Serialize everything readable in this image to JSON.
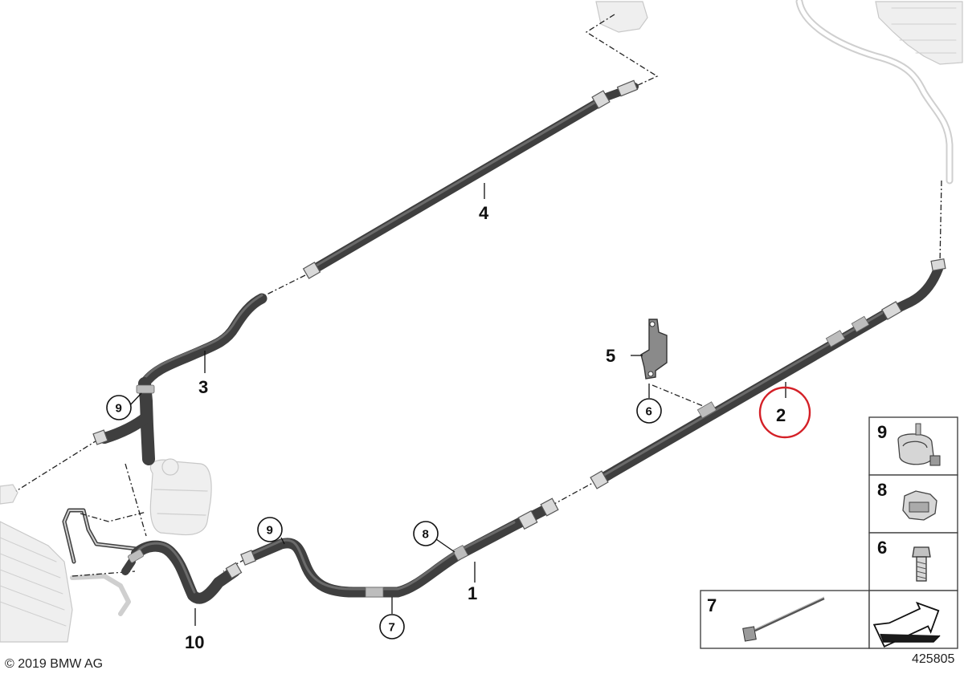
{
  "callouts": {
    "label_1": "1",
    "label_2": "2",
    "label_3": "3",
    "label_4": "4",
    "label_5": "5",
    "label_6": "6",
    "label_7": "7",
    "label_8": "8",
    "label_9": "9",
    "label_10": "10"
  },
  "legend": {
    "panel_9": "9",
    "panel_8": "8",
    "panel_6": "6",
    "panel_7": "7"
  },
  "highlight_color": "#d42027",
  "footer": {
    "copyright": "© 2019 BMW AG",
    "diagram_number": "425805"
  }
}
